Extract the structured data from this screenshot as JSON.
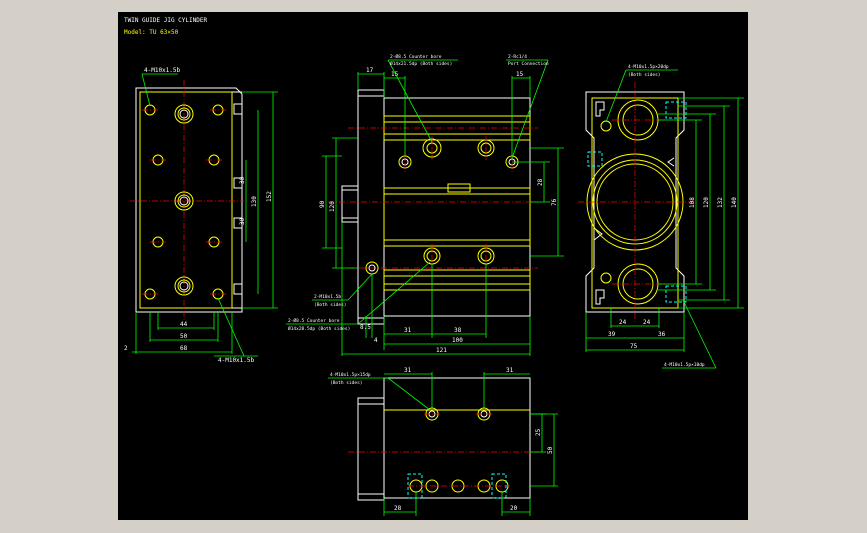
{
  "title": {
    "line1": "TWIN GUIDE JIG CYLINDER",
    "line2": "Model: TU 63×50"
  },
  "colors": {
    "background": "#000000",
    "outline": "#ffffff",
    "part": "#ffff00",
    "dimension": "#00ff00",
    "centerline": "#ff0000",
    "hidden": "#00ffff",
    "page": "#d4d0c8"
  },
  "left_view": {
    "callout_top": "4-M10x1.5b",
    "callout_bottom": "4-M10x1.5b",
    "dim_v_30a": "30",
    "dim_v_130": "130",
    "dim_v_152": "152",
    "dim_v_30b": "30",
    "dim_h_44": "44",
    "dim_h_50": "50",
    "dim_h_68": "68",
    "dim_h_2": "2"
  },
  "center_view": {
    "callout_counter": "2-Ø8.5 Counter bore",
    "callout_counter_sub": "Ø14x21.5dp (Both sides)",
    "callout_port": "2-Rc1/4",
    "callout_port_sub": "Port Connection",
    "callout_tap": "2-M10x1.5b",
    "callout_tap_sub": "(Both sides)",
    "callout_counter2": "2-Ø8.5 Counter bore",
    "callout_counter2_sub": "Ø14x28.5dp (Both sides)",
    "dim_17": "17",
    "dim_15a": "15",
    "dim_15b": "15",
    "dim_90": "90",
    "dim_120": "120",
    "dim_28": "28",
    "dim_76": "76",
    "dim_8_5": "8.5",
    "dim_4": "4",
    "dim_31": "31",
    "dim_38": "38",
    "dim_100": "100",
    "dim_121": "121"
  },
  "right_view": {
    "callout_top": "4-M10x1.5p×20dp",
    "callout_top_sub": "(Both sides)",
    "callout_bottom": "4-M10x1.5p×10dp",
    "dim_108": "108",
    "dim_120": "120",
    "dim_132": "132",
    "dim_140": "140",
    "dim_24a": "24",
    "dim_24b": "24",
    "dim_39": "39",
    "dim_36": "36",
    "dim_75": "75"
  },
  "bottom_view": {
    "callout": "4-M10x1.5p×15dp",
    "callout_sub": "(Both sides)",
    "dim_31a": "31",
    "dim_31b": "31",
    "dim_25": "25",
    "dim_50": "50",
    "dim_28": "28",
    "dim_20": "20"
  }
}
